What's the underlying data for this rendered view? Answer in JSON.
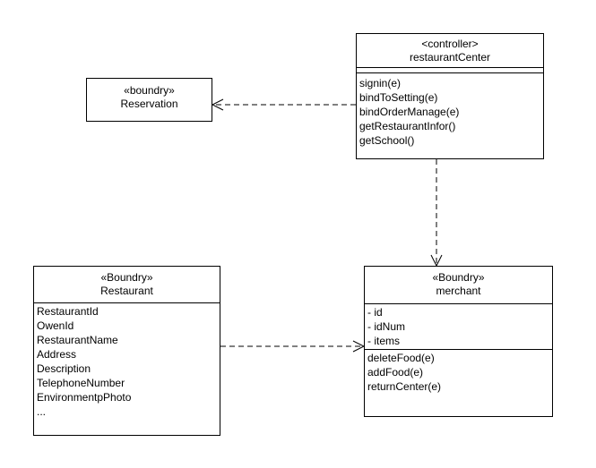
{
  "reservation": {
    "stereotype": "«boundry»",
    "name": "Reservation"
  },
  "restaurant_center": {
    "stereotype": "<controller>",
    "name": "restaurantCenter",
    "operations": [
      "signin(e)",
      "bindToSetting(e)",
      "bindOrderManage(e)",
      "getRestaurantInfor()",
      "getSchool()"
    ]
  },
  "restaurant": {
    "stereotype": "«Boundry»",
    "name": "Restaurant",
    "attributes": [
      "RestaurantId",
      "OwenId",
      "RestaurantName",
      "Address",
      "Description",
      "TelephoneNumber",
      "EnvironmentpPhoto",
      "..."
    ]
  },
  "merchant": {
    "stereotype": "«Boundry»",
    "name": "merchant",
    "attributes": [
      "- id",
      "- idNum",
      "- items"
    ],
    "operations": [
      "deleteFood(e)",
      "addFood(e)",
      "returnCenter(e)"
    ]
  }
}
